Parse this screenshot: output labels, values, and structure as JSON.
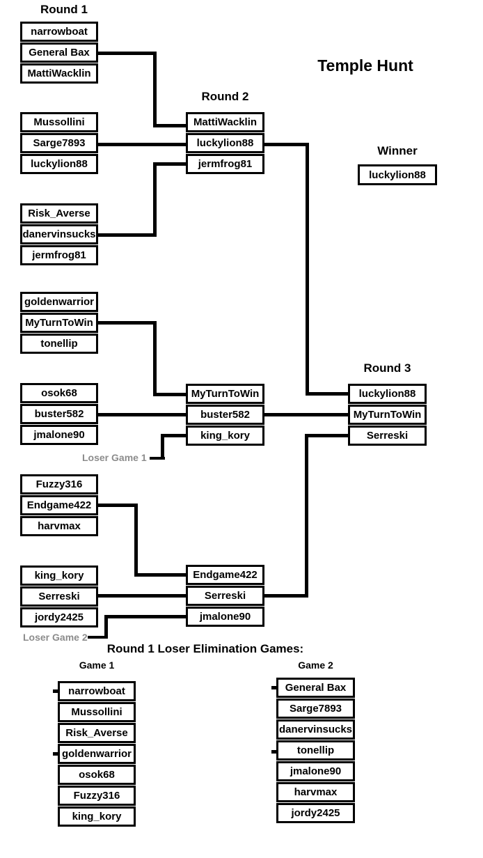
{
  "title": "Temple Hunt",
  "headers": {
    "round1": "Round 1",
    "round2": "Round 2",
    "round3": "Round 3",
    "winner": "Winner",
    "elimination": "Round 1 Loser Elimination Games:",
    "game1": "Game 1",
    "game2": "Game 2"
  },
  "labels": {
    "loser_game_1": "Loser Game 1",
    "loser_game_2": "Loser Game 2"
  },
  "colors": {
    "line": "#000000",
    "box_border": "#000000",
    "text": "#000000",
    "gray_label": "#8c8c8c",
    "background": "#ffffff"
  },
  "round1": {
    "groups": [
      {
        "players": [
          "narrowboat",
          "General Bax",
          "MattiWacklin"
        ]
      },
      {
        "players": [
          "Mussollini",
          "Sarge7893",
          "luckylion88"
        ]
      },
      {
        "players": [
          "Risk_Averse",
          "danervinsucks",
          "jermfrog81"
        ]
      },
      {
        "players": [
          "goldenwarrior",
          "MyTurnToWin",
          "tonellip"
        ]
      },
      {
        "players": [
          "osok68",
          "buster582",
          "jmalone90"
        ]
      },
      {
        "players": [
          "Fuzzy316",
          "Endgame422",
          "harvmax"
        ]
      },
      {
        "players": [
          "king_kory",
          "Serreski",
          "jordy2425"
        ]
      }
    ]
  },
  "round2": {
    "groups": [
      {
        "players": [
          "MattiWacklin",
          "luckylion88",
          "jermfrog81"
        ]
      },
      {
        "players": [
          "MyTurnToWin",
          "buster582",
          "king_kory"
        ]
      },
      {
        "players": [
          "Endgame422",
          "Serreski",
          "jmalone90"
        ]
      }
    ]
  },
  "round3": {
    "players": [
      "luckylion88",
      "MyTurnToWin",
      "Serreski"
    ]
  },
  "winner": "luckylion88",
  "elimination": {
    "game1": [
      "narrowboat",
      "Mussollini",
      "Risk_Averse",
      "goldenwarrior",
      "osok68",
      "Fuzzy316",
      "king_kory"
    ],
    "game2": [
      "General Bax",
      "Sarge7893",
      "danervinsucks",
      "tonellip",
      "jmalone90",
      "harvmax",
      "jordy2425"
    ]
  }
}
